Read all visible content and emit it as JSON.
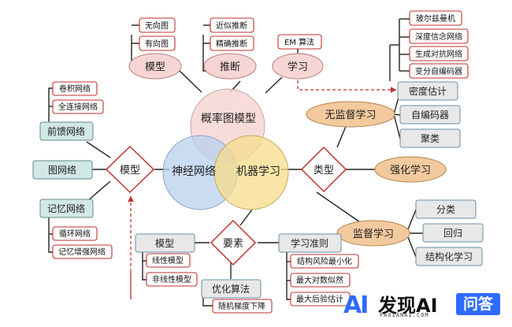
{
  "center": {
    "circle_a": "概率图模型",
    "circle_b": "神经网络",
    "circle_c": "机器学习"
  },
  "top": {
    "model": {
      "label": "模型",
      "items": [
        "无向图",
        "有向图"
      ]
    },
    "inference": {
      "label": "推断",
      "items": [
        "近似推断",
        "精确推断"
      ]
    },
    "learning": {
      "label": "学习",
      "items": [
        "EM 算法"
      ]
    }
  },
  "left": {
    "hub": "模型",
    "feedforward": {
      "label": "前馈网络",
      "items": [
        "卷积网络",
        "全连接网络"
      ]
    },
    "graph": {
      "label": "图网络"
    },
    "memory": {
      "label": "记忆网络",
      "items": [
        "循环网络",
        "记忆增强网络"
      ]
    }
  },
  "right": {
    "hub": "类型",
    "unsupervised": {
      "label": "无监督学习",
      "items": [
        "密度估计",
        "自编码器",
        "聚类"
      ]
    },
    "reinforcement": {
      "label": "强化学习"
    },
    "supervised": {
      "label": "监督学习",
      "items": [
        "分类",
        "回归",
        "结构化学习"
      ]
    },
    "generative_models": [
      "玻尔兹曼机",
      "深度信念网络",
      "生成对抗网络",
      "变分自编码器"
    ]
  },
  "bottom": {
    "hub": "要素",
    "model": {
      "label": "模型",
      "items": [
        "线性模型",
        "非线性模型"
      ]
    },
    "optimization": {
      "label": "优化算法",
      "items": [
        "随机梯度下降"
      ]
    },
    "criterion": {
      "label": "学习准则",
      "items": [
        "结构风险最小化",
        "最大对数似然",
        "最大后验估计"
      ]
    }
  },
  "watermark": {
    "mark": "AI",
    "name": "发现AI",
    "domain": "FAXIANAI.COM",
    "badge": "问答"
  },
  "colors": {
    "pink_fill": "#f6d6d4",
    "orange_fill": "#f3c99e",
    "teal_fill": "#d2e8e6",
    "gray_fill": "#e8e8e8",
    "red_border": "#c0322e",
    "blue_circle": "#b8d0ee",
    "yellow_circle": "#f6dc8a",
    "accent_blue": "#2f6bff"
  }
}
